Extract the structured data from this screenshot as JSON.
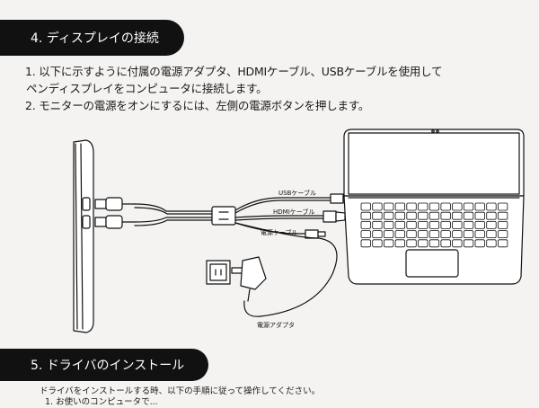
{
  "section4": {
    "title": "4. ディスプレイの接続",
    "steps": [
      "1. 以下に示すように付属の電源アダプタ、HDMIケーブル、USBケーブルを使用して",
      "ペンディスプレイをコンピュータに接続します。",
      "2. モニターの電源をオンにするには、左側の電源ボタンを押します。"
    ]
  },
  "diagram": {
    "labels": {
      "usb": "USBケーブル",
      "hdmi": "HDMIケーブル",
      "power_cable": "電源ケーブル",
      "adapter": "電源アダプタ"
    }
  },
  "section5": {
    "title": "5. ドライバのインストール",
    "intro": "ドライバをインストールする時、以下の手順に従って操作してください。",
    "step1": "1. お使いのコンピュータで..."
  }
}
